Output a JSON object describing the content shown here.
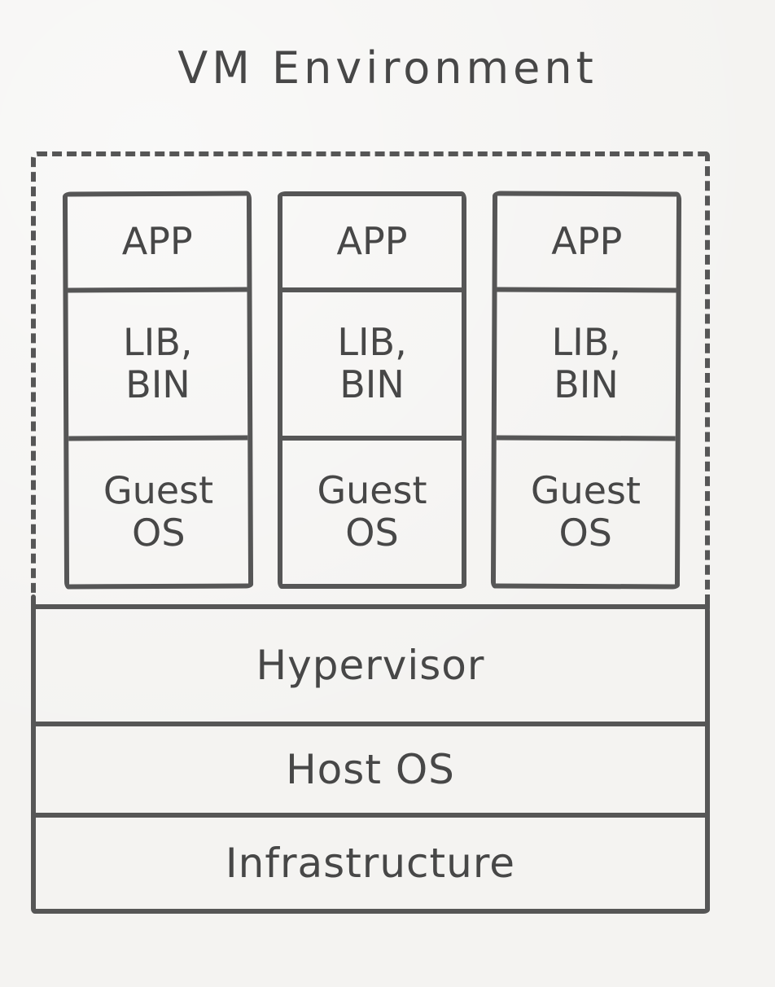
{
  "title": "VM Environment",
  "colors": {
    "ink": "#565656",
    "text": "#474747",
    "paper": "#f4f3f1"
  },
  "vms": [
    {
      "layers": [
        "APP",
        "LIB,\nBIN",
        "Guest\nOS"
      ]
    },
    {
      "layers": [
        "APP",
        "LIB,\nBIN",
        "Guest\nOS"
      ]
    },
    {
      "layers": [
        "APP",
        "LIB,\nBIN",
        "Guest\nOS"
      ]
    }
  ],
  "host_stack": {
    "layers": [
      "Hypervisor",
      "Host OS",
      "Infrastructure"
    ]
  }
}
